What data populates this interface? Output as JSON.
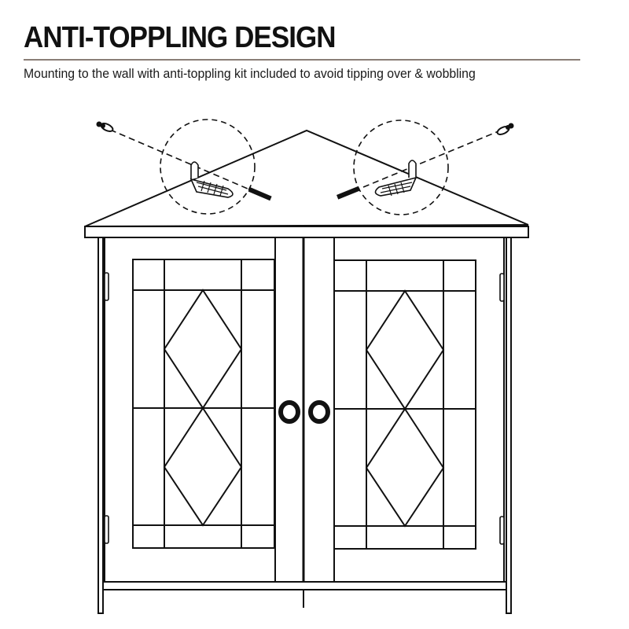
{
  "header": {
    "title": "ANTI-TOPPLING DESIGN",
    "subtitle": "Mounting to the wall with anti-toppling kit included to avoid tipping over & wobbling",
    "rule_color": "#8a7e76"
  },
  "illustration": {
    "subject": "corner-cabinet-line-drawing",
    "stroke_color": "#111111",
    "background": "#ffffff",
    "parts": [
      "triangular-top",
      "left-anti-toppling-bracket-detail",
      "right-anti-toppling-bracket-detail",
      "left-wall-screw",
      "right-wall-screw",
      "left-door",
      "right-door",
      "left-door-knob",
      "right-door-knob",
      "left-hinges",
      "right-hinges",
      "bottom-rail"
    ]
  }
}
